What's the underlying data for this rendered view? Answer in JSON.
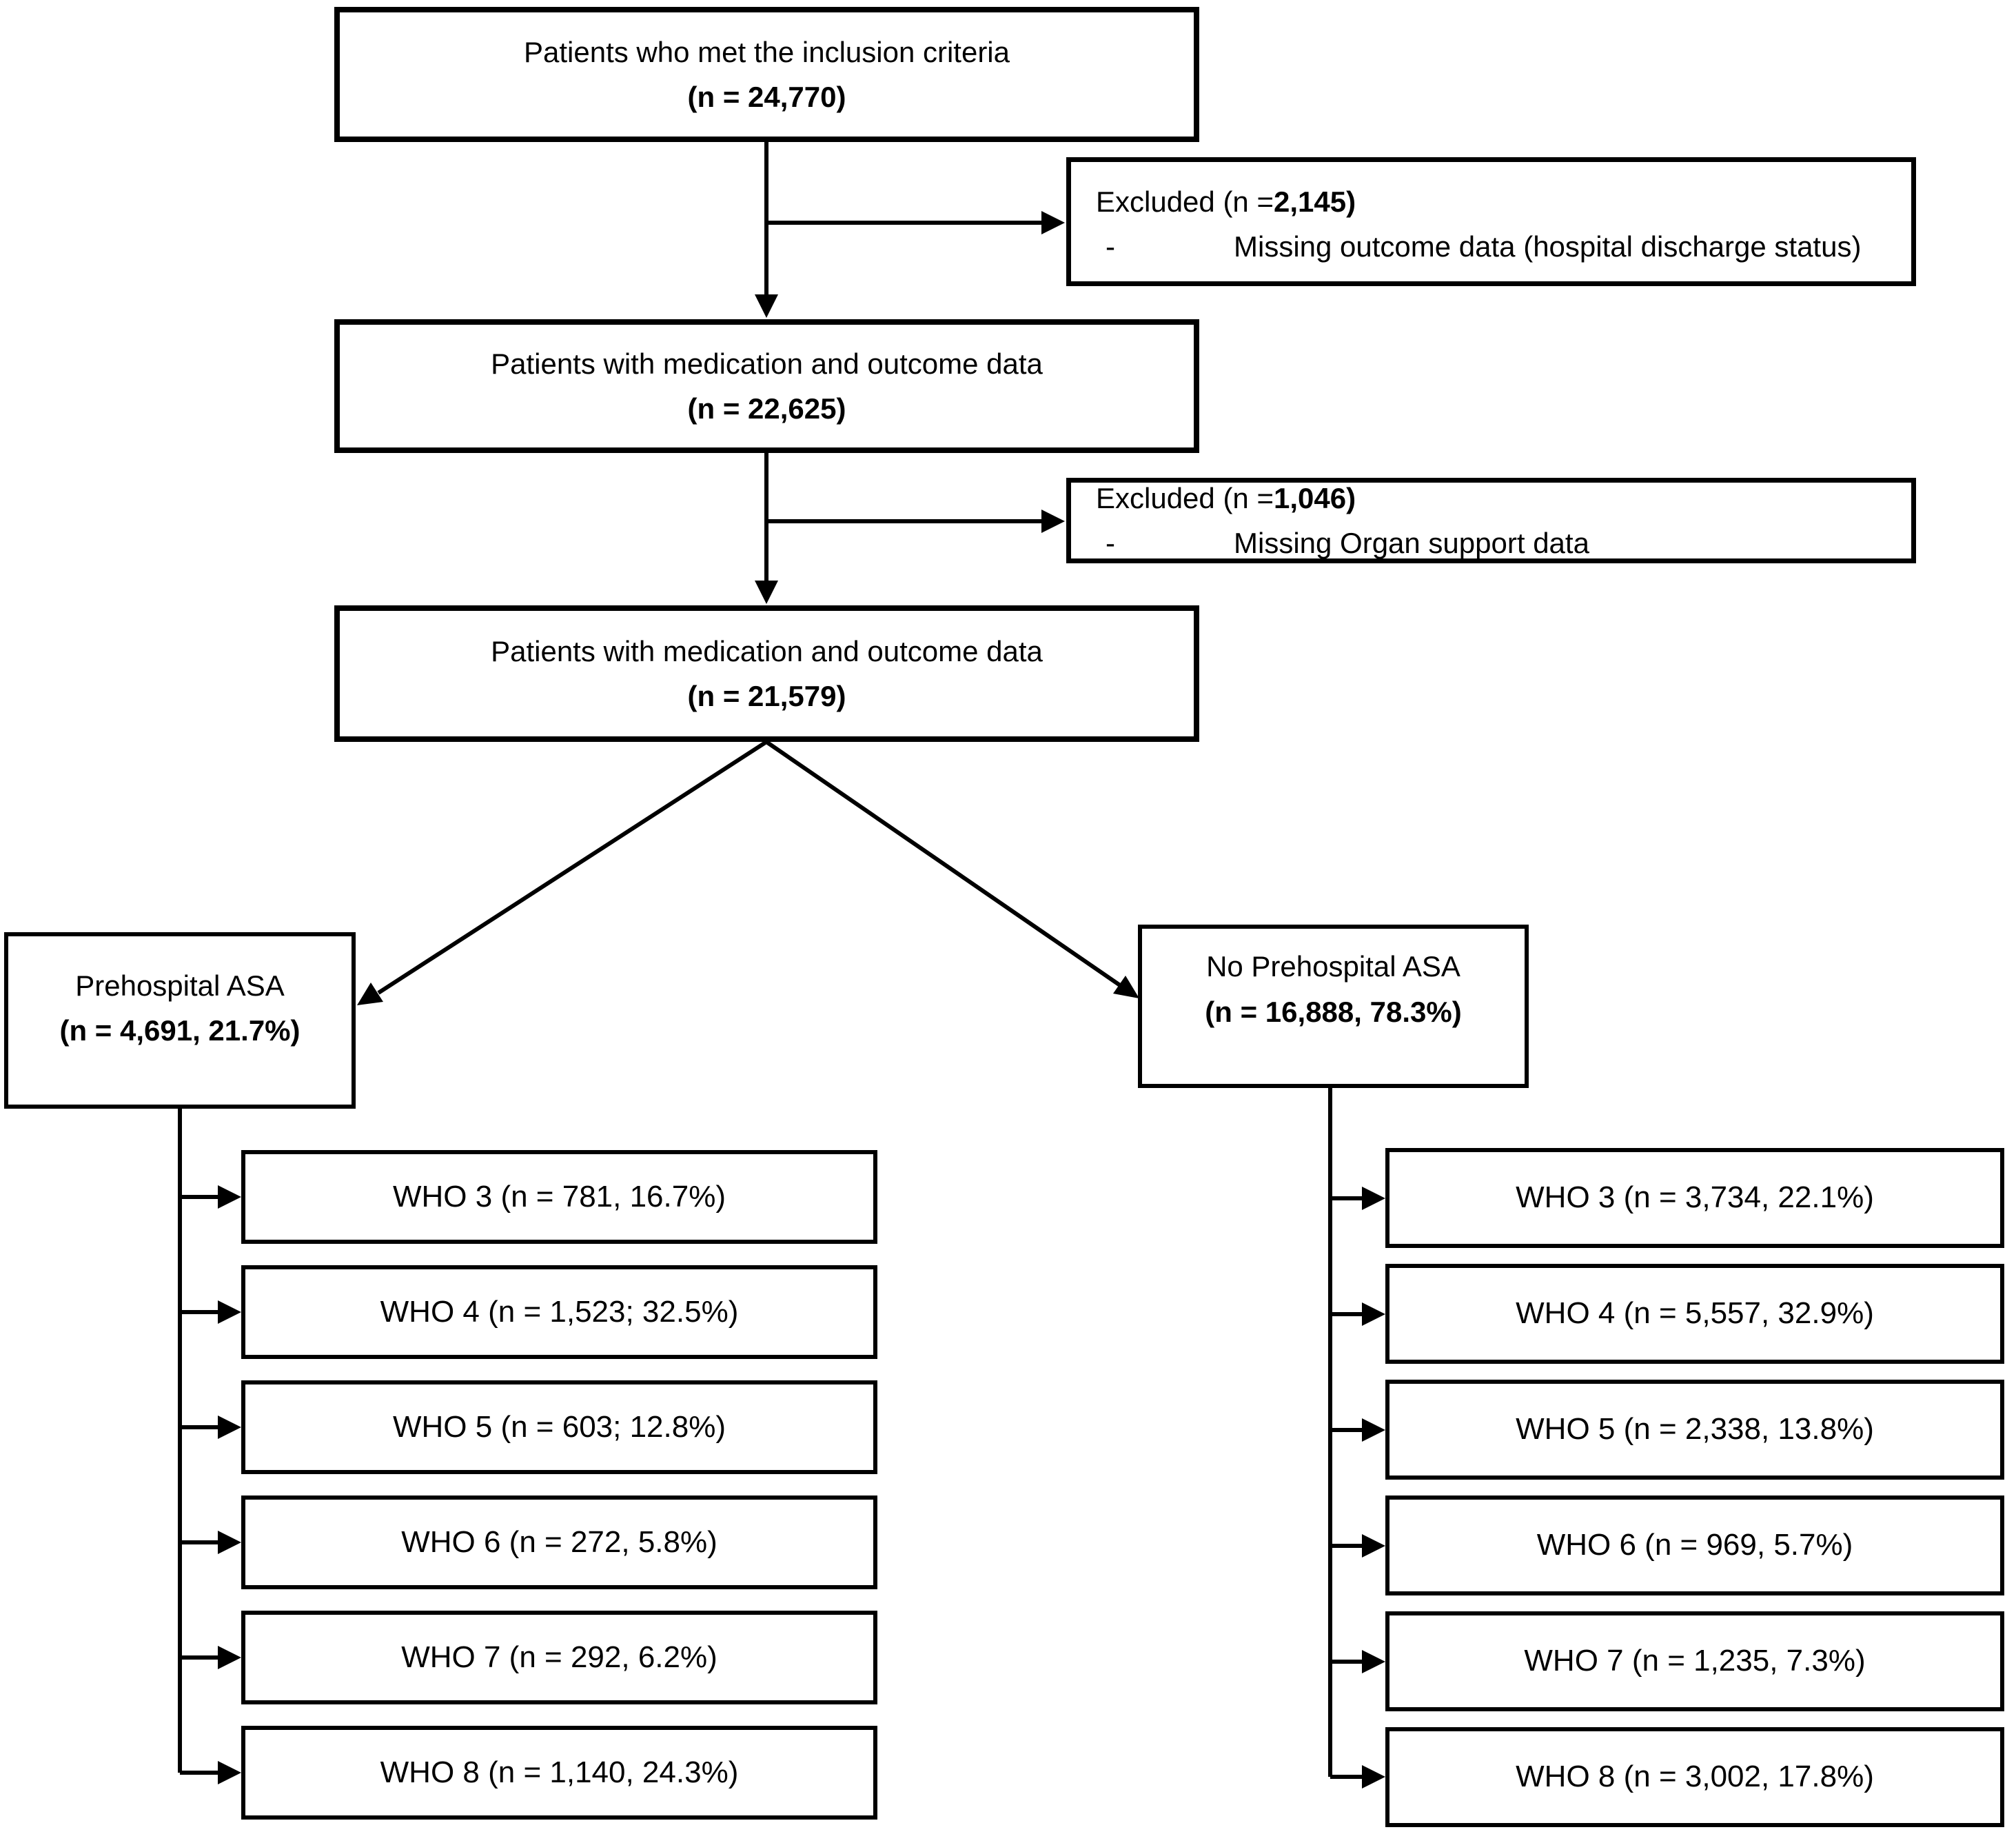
{
  "figure": {
    "colors": {
      "background": "#ffffff",
      "line": "#000000",
      "text": "#000000"
    },
    "flow": {
      "step1": {
        "line1": "Patients who met the inclusion criteria",
        "n_line": "(n = 24,770)"
      },
      "excluded1": {
        "title_prefix": "Excluded (n =",
        "title_n": "2,145)",
        "bullet_dash": "-",
        "bullet_text": "Missing outcome data (hospital discharge status)"
      },
      "step2": {
        "line1": "Patients with medication and outcome data",
        "n_line": "(n = 22,625)"
      },
      "excluded2": {
        "title_prefix": "Excluded (n =",
        "title_n": "1,046)",
        "bullet_dash": "-",
        "bullet_text": "Missing Organ support data"
      },
      "step3": {
        "line1": "Patients with medication and outcome data",
        "n_line": "(n = 21,579)"
      },
      "branch_left": {
        "line1": "Prehospital ASA",
        "n_line": "(n = 4,691, 21.7%)"
      },
      "branch_right": {
        "line1": "No Prehospital ASA",
        "n_line": "(n = 16,888, 78.3%)"
      },
      "who_left": [
        "WHO 3 (n = 781, 16.7%)",
        "WHO 4 (n = 1,523; 32.5%)",
        "WHO 5 (n = 603; 12.8%)",
        "WHO 6 (n = 272, 5.8%)",
        "WHO 7 (n = 292, 6.2%)",
        "WHO 8 (n = 1,140, 24.3%)"
      ],
      "who_right": [
        "WHO 3 (n = 3,734, 22.1%)",
        "WHO 4 (n = 5,557, 32.9%)",
        "WHO 5 (n = 2,338, 13.8%)",
        "WHO 6 (n = 969, 5.7%)",
        "WHO 7 (n = 1,235, 7.3%)",
        "WHO 8 (n = 3,002, 17.8%)"
      ]
    }
  }
}
